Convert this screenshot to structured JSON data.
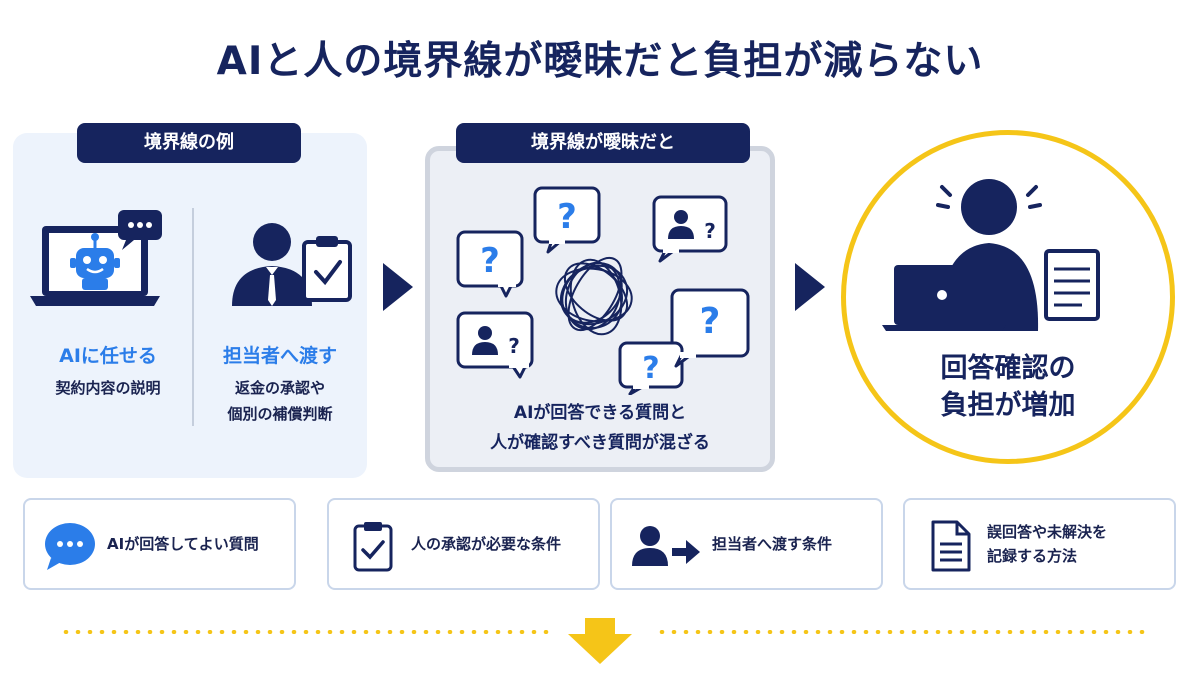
{
  "title": "AIと人の境界線が曖昧だと負担が減らない",
  "panel1": {
    "tag": "境界線の例",
    "ai": {
      "label": "AIに任せる",
      "desc": [
        "契約内容の説明"
      ]
    },
    "human": {
      "label": "担当者へ渡す",
      "desc": [
        "返金の承認や",
        "個別の補償判断"
      ]
    }
  },
  "panel2": {
    "tag": "境界線が曖昧だと",
    "caption": [
      "AIが回答できる質問と",
      "人が確認すべき質問が混ざる"
    ]
  },
  "result": {
    "lines": [
      "回答確認の",
      "負担が増加"
    ]
  },
  "cards": [
    {
      "icon": "chat-bubble-icon",
      "text": [
        "AIが回答してよい質問"
      ]
    },
    {
      "icon": "clipboard-check-icon",
      "text": [
        "人の承認が必要な条件"
      ]
    },
    {
      "icon": "person-arrow-icon",
      "text": [
        "担当者へ渡す条件"
      ]
    },
    {
      "icon": "document-icon",
      "text": [
        "誤回答や未解決を",
        "記録する方法"
      ]
    }
  ],
  "colors": {
    "navy": "#16245e",
    "blue": "#2b7de9",
    "yellow": "#f5c518"
  }
}
